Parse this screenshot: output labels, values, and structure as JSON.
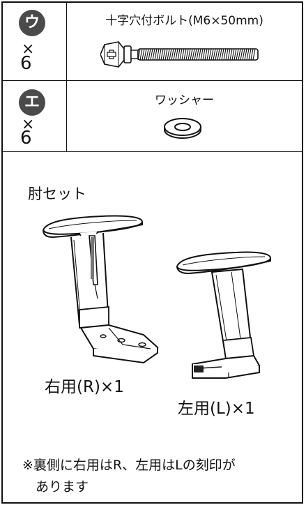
{
  "parts": [
    {
      "letter": "ウ",
      "times_symbol": "×",
      "quantity": "6",
      "name": "十字穴付ボルト(M6×50mm)",
      "icon": "bolt-icon"
    },
    {
      "letter": "エ",
      "times_symbol": "×",
      "quantity": "6",
      "name": "ワッシャー",
      "icon": "washer-icon"
    }
  ],
  "armrest_set": {
    "title": "肘セット",
    "right_label": "右用(R)×1",
    "left_label": "左用(L)×1",
    "icons": [
      "right-armrest-icon",
      "left-armrest-icon"
    ]
  },
  "note": {
    "line1": "※裏側に右用はR、左用はLの刻印が",
    "line2": "あります"
  },
  "colors": {
    "badge": "#4a4a4a",
    "line": "#111111"
  }
}
